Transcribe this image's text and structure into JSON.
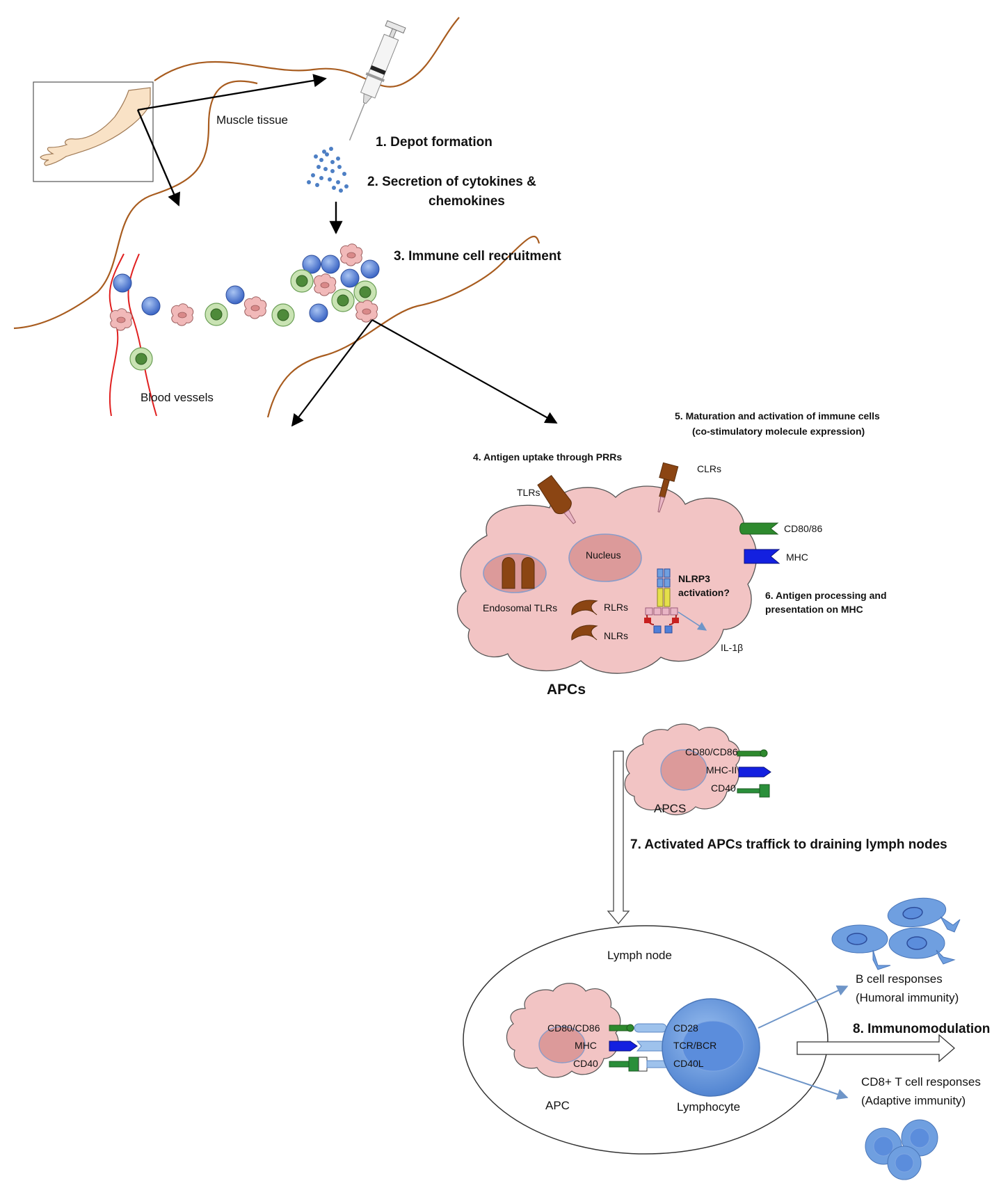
{
  "labels": {
    "muscle_tissue": "Muscle tissue",
    "blood_vessels": "Blood vessels",
    "tlrs": "TLRs",
    "clrs": "CLRs",
    "nucleus": "Nucleus",
    "endosomal_tlrs": "Endosomal TLRs",
    "rlrs": "RLRs",
    "nlrs": "NLRs",
    "nlrp3_line1": "NLRP3",
    "nlrp3_line2": "activation?",
    "cd80_86": "CD80/86",
    "mhc": "MHC",
    "il1b": "IL-1β",
    "apcs": "APCs",
    "apcs_small": "APCS",
    "cd80_cd86": "CD80/CD86",
    "mhc_ii": "MHC-II",
    "cd40": "CD40",
    "lymph_node": "Lymph node",
    "ln_cd80_cd86": "CD80/CD86",
    "ln_mhc": "MHC",
    "ln_cd40": "CD40",
    "cd28": "CD28",
    "tcr_bcr": "TCR/BCR",
    "cd40l": "CD40L",
    "apc": "APC",
    "lymphocyte": "Lymphocyte",
    "b_cell_line1": "B cell responses",
    "b_cell_line2": "(Humoral immunity)",
    "cd8_line1": "CD8+ T cell responses",
    "cd8_line2": "(Adaptive immunity)"
  },
  "steps": {
    "s1": "1. Depot formation",
    "s2_line1": "2. Secretion of cytokines &",
    "s2_line2": "chemokines",
    "s3": "3.  Immune cell recruitment",
    "s4": "4. Antigen uptake through PRRs",
    "s5_line1": "5. Maturation and activation of immune cells",
    "s5_line2": "(co-stimulatory molecule expression)",
    "s6_line1": "6. Antigen processing and",
    "s6_line2": "presentation on MHC",
    "s7": "7. Activated APCs traffick to draining lymph nodes",
    "s8": "8. Immunomodulation"
  },
  "colors": {
    "apc_fill": "#f2c4c4",
    "apc_stroke": "#555555",
    "nucleus_fill": "#dc9a9a",
    "nucleus_stroke": "#8a9cc9",
    "tissue_line": "#a85c1f",
    "receptor_brown": "#8b4513",
    "vessel": "#e02020",
    "blue_cell": "#4f7fd8",
    "green_cell": "#c9e3b3",
    "green_core": "#4e8a3a",
    "pink_cell": "#f1b9b9",
    "lymph_blue": "#6f9fe0",
    "arrow_blue": "#6e95c8",
    "cd80_green": "#2e8a2e",
    "mhc_blue": "#1320e0",
    "cd40_green": "#2a8f3a",
    "depot_dots": "#4d7fc4"
  }
}
